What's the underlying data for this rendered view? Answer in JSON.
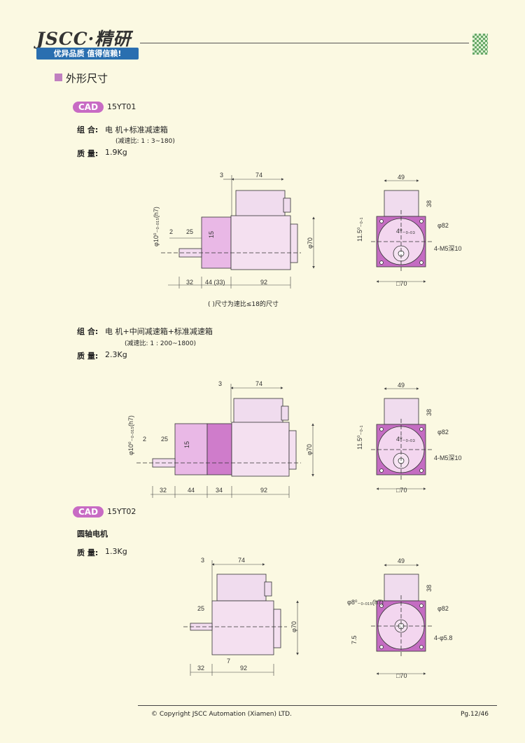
{
  "header": {
    "logo": "JSCC·精研",
    "slogan": "优异品质 值得信赖!"
  },
  "section": {
    "title": "外形尺寸"
  },
  "models": [
    {
      "cad": "CAD",
      "code": "15YT01"
    },
    {
      "cad": "CAD",
      "code": "15YT02"
    }
  ],
  "configs": [
    {
      "combo_label": "组 合:",
      "combo_value": "电 机+标准减速箱",
      "ratio": "(减速比: 1 : 3~180)",
      "mass_label": "质 量:",
      "mass_value": "1.9Kg"
    },
    {
      "combo_label": "组 合:",
      "combo_value": "电 机+中间减速箱+标准减速箱",
      "ratio": "(减速比: 1 : 200~1800)",
      "mass_label": "质 量:",
      "mass_value": "2.3Kg"
    },
    {
      "combo_label": "圆轴电机",
      "mass_label": "质 量:",
      "mass_value": "1.3Kg"
    }
  ],
  "note": "( )尺寸为速比≤18的尺寸",
  "drawings": {
    "d1": {
      "dims": [
        "3",
        "74",
        "2",
        "25",
        "15",
        "φ70",
        "32",
        "44 (33)",
        "92"
      ],
      "shaft": "φ10⁰₋₀.₀₁₅(h7)"
    },
    "e1": {
      "dims": [
        "49",
        "38",
        "φ82",
        "4-M5深10",
        "□70",
        "11.5⁰₋₀.₁",
        "4⁰₋₀.₀₃"
      ]
    },
    "d2": {
      "dims": [
        "3",
        "74",
        "2",
        "25",
        "15",
        "φ70",
        "32",
        "44",
        "34",
        "92"
      ],
      "shaft": "φ10⁰₋₀.₀₁₅(h7)"
    },
    "e2": {
      "dims": [
        "49",
        "38",
        "φ82",
        "4-M5深10",
        "□70",
        "11.5⁰₋₀.₁",
        "4⁰₋₀.₀₃"
      ]
    },
    "d3": {
      "dims": [
        "3",
        "74",
        "25",
        "φ70",
        "7",
        "32",
        "92"
      ]
    },
    "e3": {
      "dims": [
        "49",
        "38",
        "φ82",
        "4-φ5.8",
        "□70",
        "7.5",
        "φ8⁰₋₀.₀₁₅(h7)"
      ]
    }
  },
  "footer": {
    "copyright": "© Copyright JSCC Automation (Xiamen) LTD.",
    "page": "Pg.12/46"
  }
}
